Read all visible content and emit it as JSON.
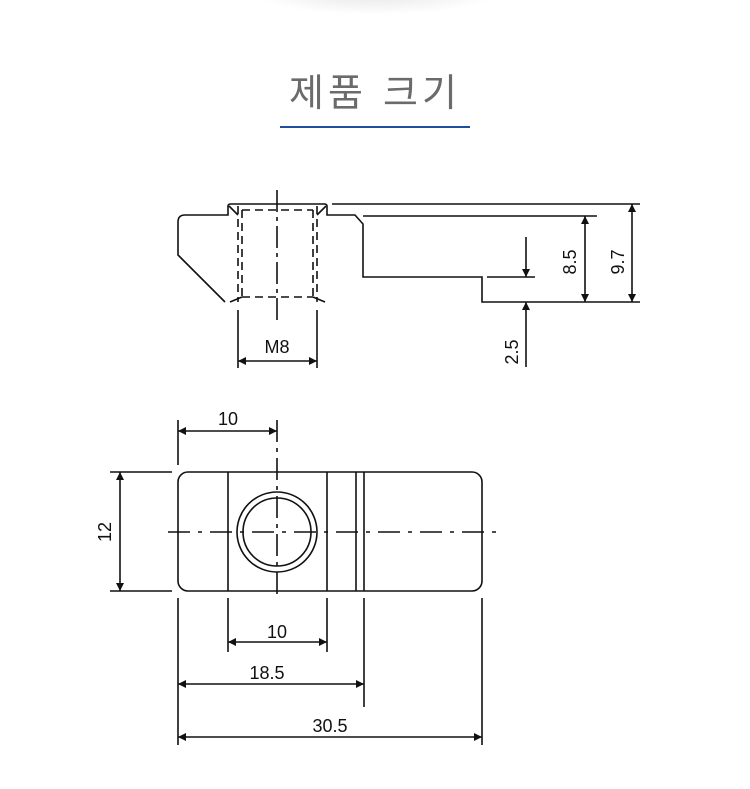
{
  "title": "제품 크기",
  "colors": {
    "accent": "#1f4e9c",
    "line": "#111111"
  },
  "side_view": {
    "thread": "M8",
    "height_total": "9.7",
    "height_inner": "8.5",
    "step": "2.5"
  },
  "top_view": {
    "width": "12",
    "hole_offset": "10",
    "slot_width": "10",
    "step_length": "18.5",
    "total_length": "30.5"
  }
}
